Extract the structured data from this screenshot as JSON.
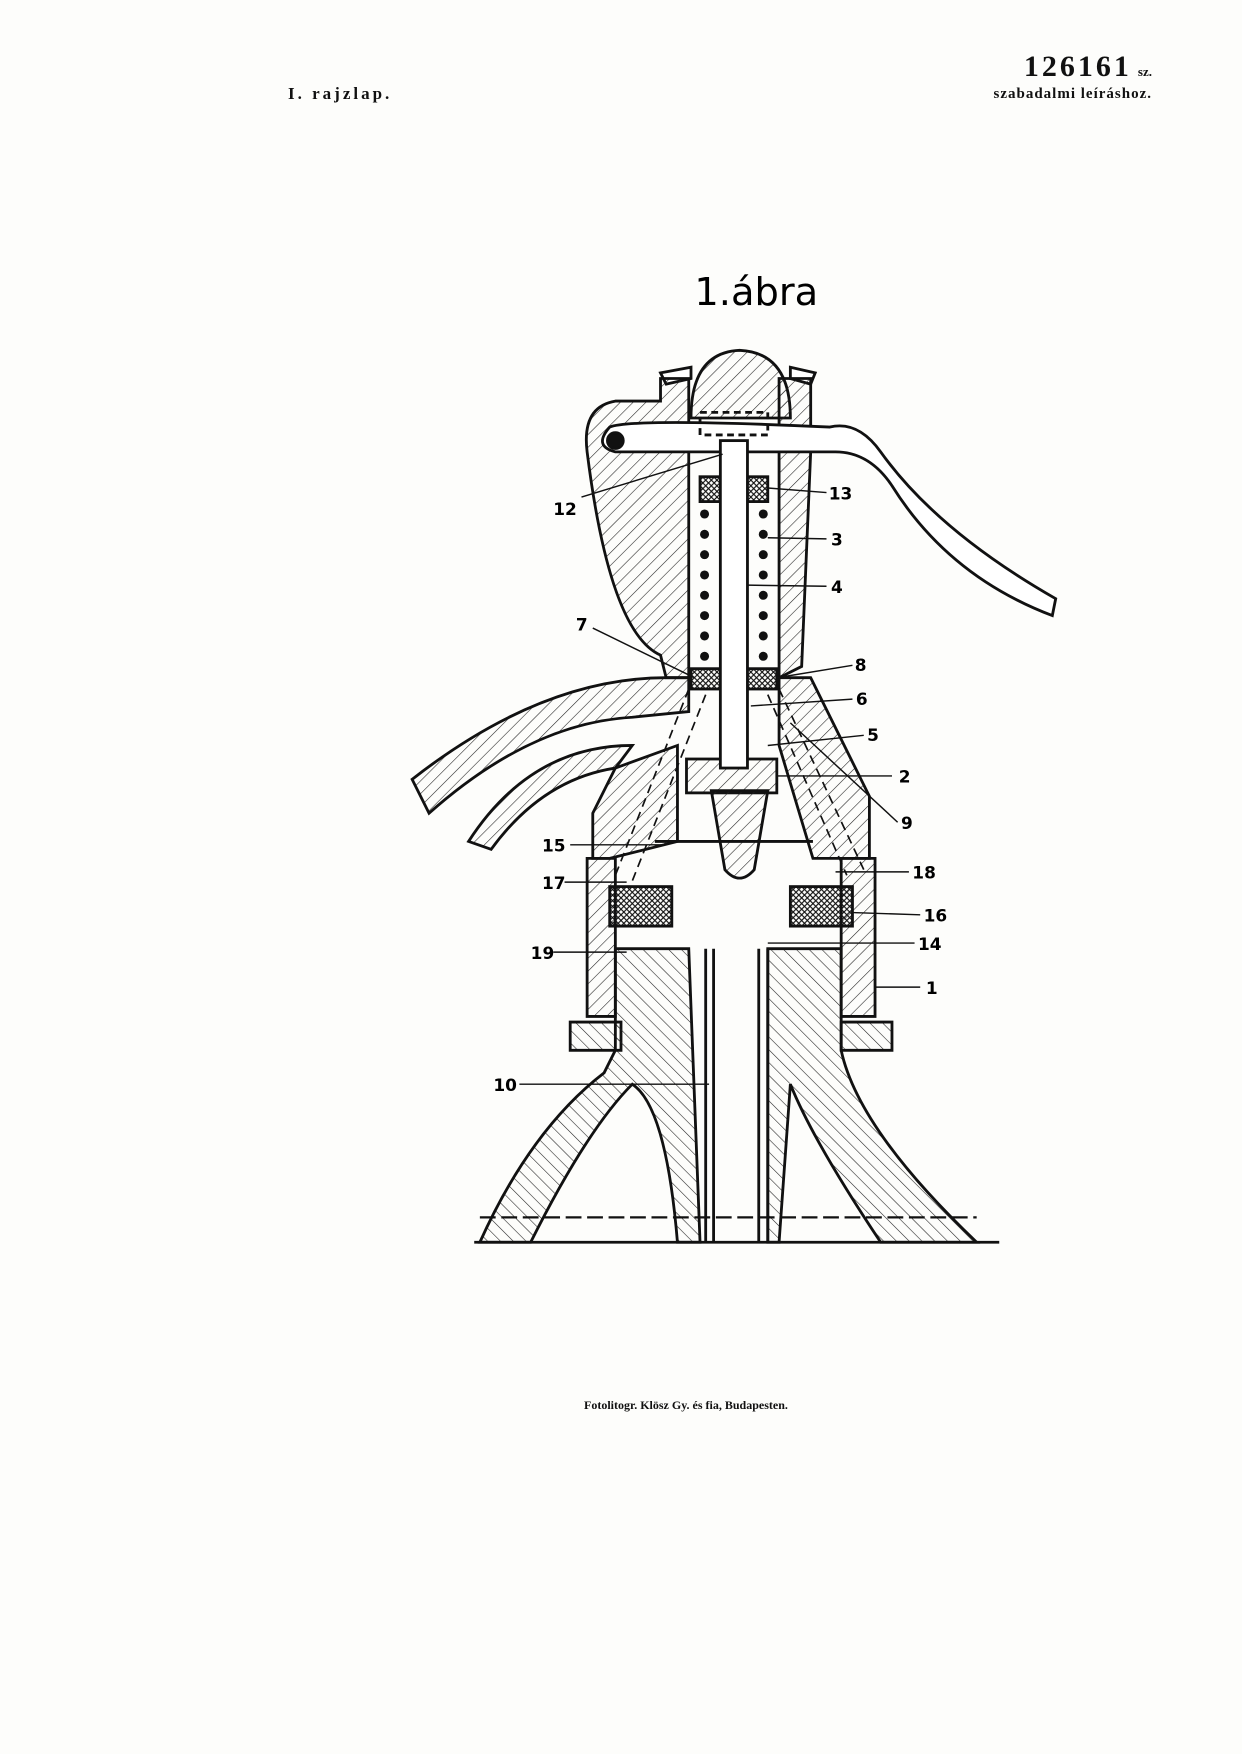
{
  "header": {
    "sheet_label": "I. rajzlap.",
    "patent_number": "126161",
    "patent_suffix": "sz.",
    "subtitle": "szabadalmi leíráshoz."
  },
  "figure": {
    "title": "1.ábra",
    "labels": {
      "l12": "12",
      "l13": "13",
      "l3": "3",
      "l4": "4",
      "l7": "7",
      "l8": "8",
      "l6": "6",
      "l5": "5",
      "l2": "2",
      "l9": "9",
      "l15": "15",
      "l18": "18",
      "l17": "17",
      "l16": "16",
      "l14": "14",
      "l19": "19",
      "l1": "1",
      "l10": "10"
    }
  },
  "footer": {
    "printer": "Fotolitogr. Klösz Gy. és fia, Budapesten."
  }
}
